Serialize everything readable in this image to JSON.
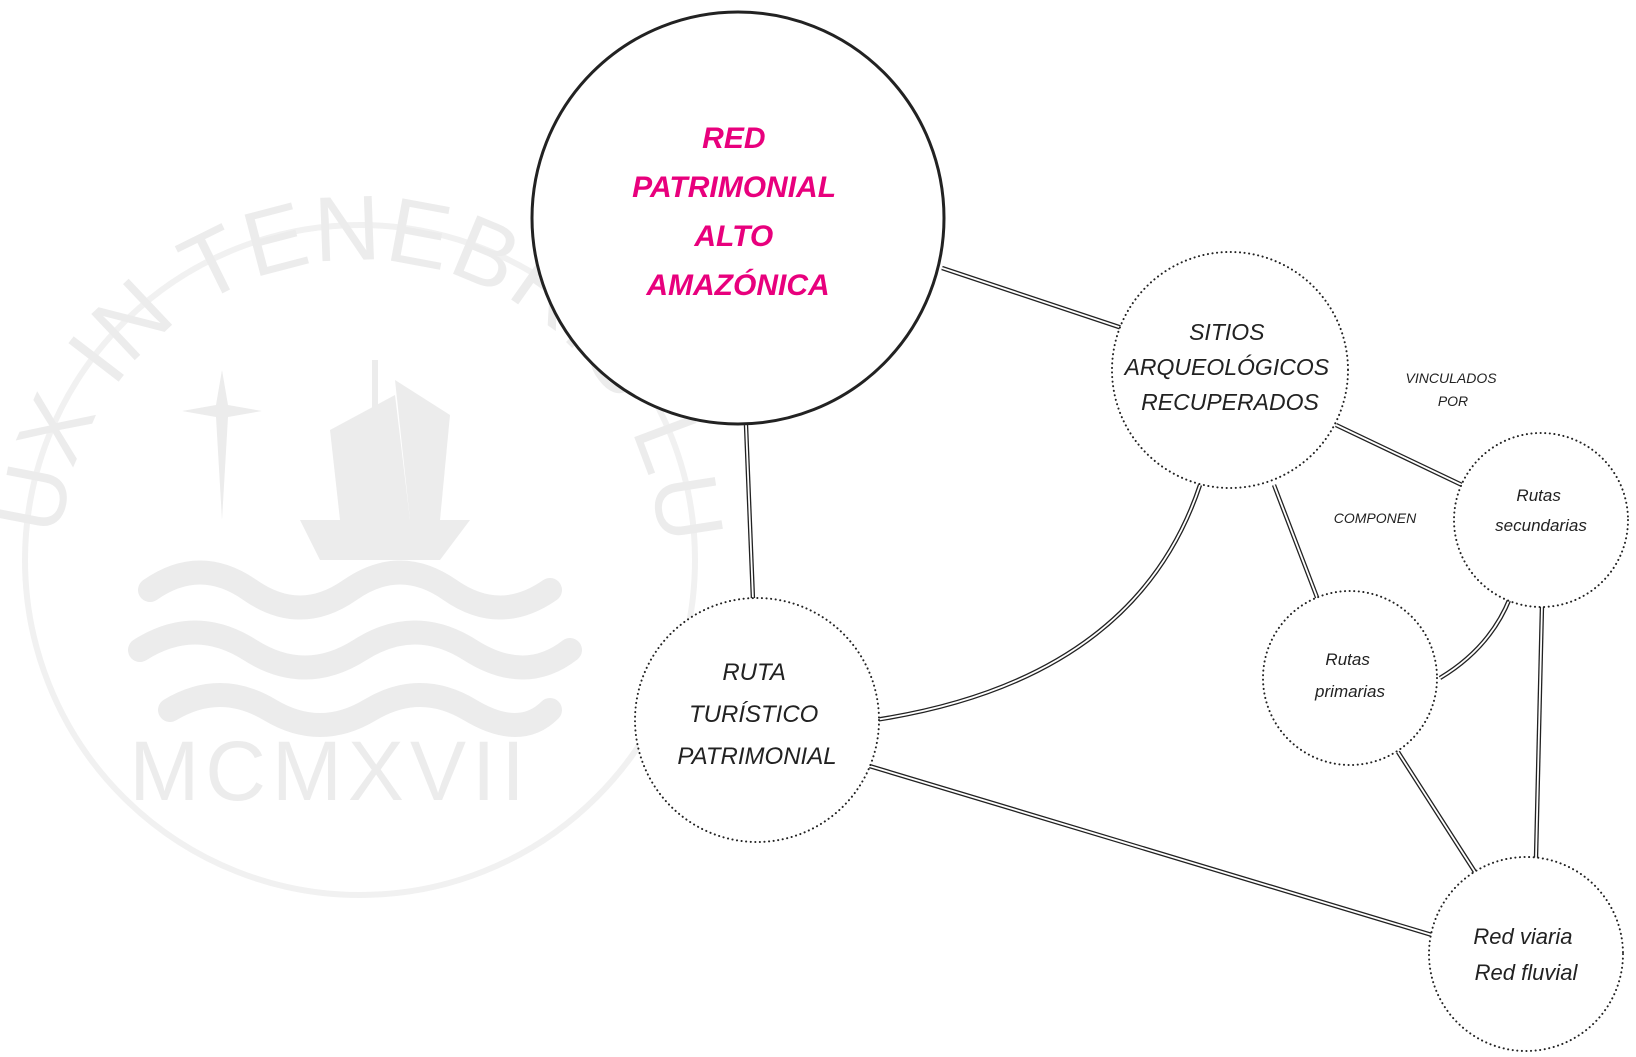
{
  "watermark": {
    "motto": "ET LUX IN TENEBRIS LUCET",
    "year": "MCMXVII"
  },
  "colors": {
    "accent": "#e8007d",
    "line": "#222222",
    "watermark": "#ececec"
  },
  "nodes": {
    "main": {
      "lines": [
        "RED",
        "PATRIMONIAL",
        "ALTO",
        "AMAZÓNICA"
      ]
    },
    "sitios": {
      "lines": [
        "SITIOS",
        "ARQUEOLÓGICOS",
        "RECUPERADOS"
      ]
    },
    "ruta": {
      "lines": [
        "RUTA",
        "TURÍSTICO",
        "PATRIMONIAL"
      ]
    },
    "rutas_secundarias": {
      "lines": [
        "Rutas",
        "secundarias"
      ]
    },
    "rutas_primarias": {
      "lines": [
        "Rutas",
        "primarias"
      ]
    },
    "red": {
      "lines": [
        "Red viaria",
        "Red fluvial"
      ]
    }
  },
  "relations": {
    "vinculados": [
      "VINCULADOS",
      "POR"
    ],
    "componen": "COMPONEN"
  }
}
